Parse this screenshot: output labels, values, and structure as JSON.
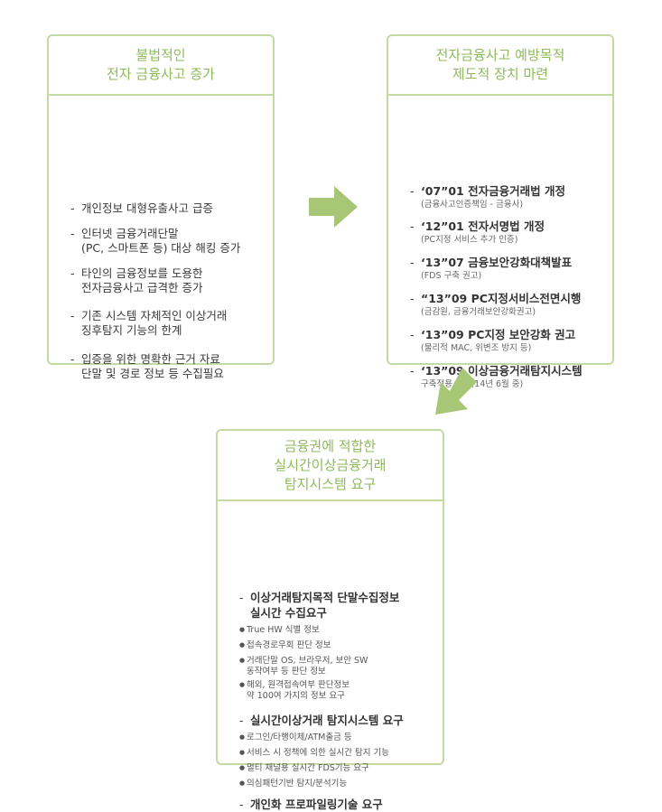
{
  "box1": {
    "title_lines": [
      "불법적인",
      "전자 금융사고 증가"
    ],
    "items": [
      {
        "lines": [
          "개인정보 대형유출사고 급증"
        ]
      },
      {
        "lines": [
          "인터넷 금융거래단말",
          "(PC, 스마트폰 등) 대상 해킹 증가"
        ]
      },
      {
        "lines": [
          "타인의 금융정보를 도용한",
          "전자금융사고 급격한 증가"
        ]
      },
      {
        "lines": [
          "기존 시스템 자체적인 이상거래",
          "징후탐지 기능의 한계"
        ]
      },
      {
        "lines": [
          "입증을 위한 명확한 근거 자료",
          "단말 및 경로 정보 등 수집필요"
        ]
      }
    ]
  },
  "box2": {
    "title_lines": [
      "전자금융사고 예방목적",
      "제도적 장치 마련"
    ],
    "items": [
      {
        "title": "‘07”01 전자금융거래법 개정",
        "sub": "(금융사고인증책임 - 금융사)"
      },
      {
        "title": "‘12”01 전자서명법 개정",
        "sub": "(PC지정 서비스 추가 인증)"
      },
      {
        "title": "‘13”07 금융보안강화대책발표",
        "sub": "(FDS 구축 권고)"
      },
      {
        "title": "“13”09 PC지정서비스전면시행",
        "sub": "(금감원, 금융거래보안강화권고)"
      },
      {
        "title": "‘13”09 PC지정 보안강화 권고",
        "sub": "(물리적 MAC, 위변조 방지 등)"
      },
      {
        "title": "‘13”09 이상금융거래탐지시스템",
        "sub": "구축적용 권고(14년 6월 중)"
      }
    ]
  },
  "box3": {
    "title_lines": [
      "금융권에 적합한",
      "실시간이상금융거래",
      "탐지시스템 요구"
    ],
    "sections": [
      {
        "title_lines": [
          "이상거래탐지목적 단말수집정보",
          "실시간 수집요구"
        ],
        "bullets": [
          {
            "lines": [
              "True HW 식별 정보"
            ]
          },
          {
            "lines": [
              "접속경로우회 판단 정보"
            ]
          },
          {
            "lines": [
              "거래단말 OS, 브라우저, 보안 SW",
              "동작여부 등 판단 정보"
            ]
          },
          {
            "lines": [
              "해외, 원격접속여부 판단정보",
              "약 100여 가지의 정보 요구"
            ]
          }
        ]
      },
      {
        "title_lines": [
          "실시간이상거래 탐지시스템 요구"
        ],
        "bullets": [
          {
            "lines": [
              "로그인/타행이체/ATM출금 등"
            ]
          },
          {
            "lines": [
              "서비스 시 정책에 의한 실시간 탐지 기능"
            ]
          },
          {
            "lines": [
              "멀티 채널용 실시간 FDS기능 요구"
            ]
          },
          {
            "lines": [
              "의심패턴기반 탐지/분석기능"
            ]
          }
        ]
      },
      {
        "title_lines": [
          "개인화 프로파일링기술 요구"
        ],
        "bullets": []
      }
    ]
  },
  "colors": {
    "accent": "#8fba5a",
    "border": "#c5d9a3",
    "arrow": "#a7c777"
  }
}
